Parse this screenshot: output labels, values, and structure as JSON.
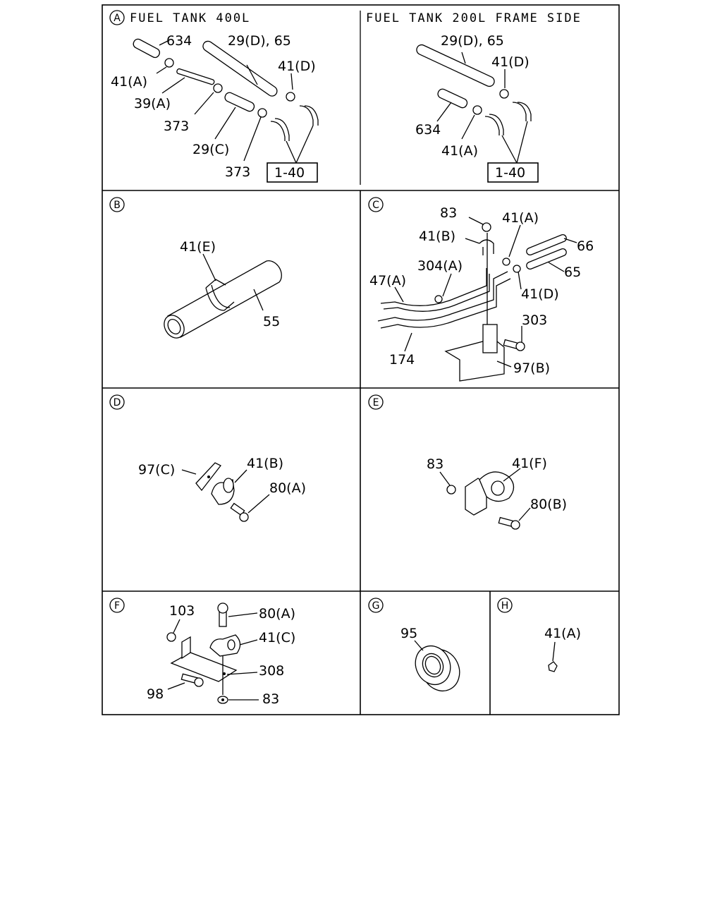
{
  "panels": {
    "A": {
      "marker": "A",
      "title_left": "FUEL TANK 400L",
      "title_right": "FUEL TANK 200L FRAME SIDE",
      "labels_left": [
        "634",
        "29(D), 65",
        "41(D)",
        "41(A)",
        "39(A)",
        "373",
        "29(C)",
        "373",
        "1-40"
      ],
      "labels_right": [
        "29(D), 65",
        "41(D)",
        "634",
        "41(A)",
        "1-40"
      ]
    },
    "B": {
      "marker": "B",
      "labels": [
        "41(E)",
        "55"
      ]
    },
    "C": {
      "marker": "C",
      "labels": [
        "83",
        "41(A)",
        "41(B)",
        "66",
        "304(A)",
        "65",
        "47(A)",
        "41(D)",
        "303",
        "174",
        "97(B)"
      ]
    },
    "D": {
      "marker": "D",
      "labels": [
        "97(C)",
        "41(B)",
        "80(A)"
      ]
    },
    "E": {
      "marker": "E",
      "labels": [
        "83",
        "41(F)",
        "80(B)"
      ]
    },
    "F": {
      "marker": "F",
      "labels": [
        "103",
        "80(A)",
        "41(C)",
        "308",
        "98",
        "83"
      ]
    },
    "G": {
      "marker": "G",
      "labels": [
        "95"
      ]
    },
    "H": {
      "marker": "H",
      "labels": [
        "41(A)"
      ]
    }
  }
}
